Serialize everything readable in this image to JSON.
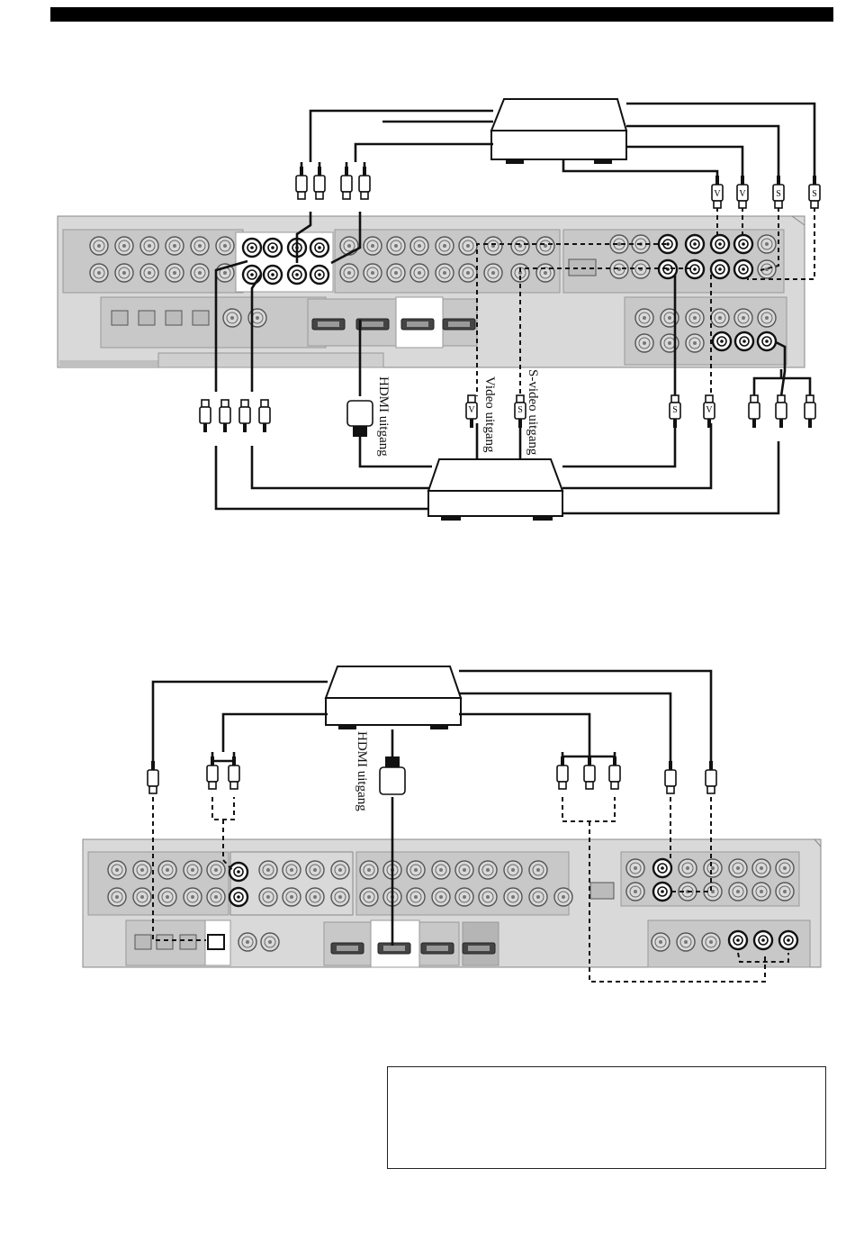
{
  "labels": {
    "hdmi_out_1": "HDMI uitgang",
    "video_out": "Video uitgang",
    "svideo_out": "S-video uitgang",
    "hdmi_out_2": "HDMI uitgang",
    "plug_v": "V",
    "plug_s": "S"
  },
  "legend": {
    "solid_line": "",
    "dashed_line": ""
  }
}
